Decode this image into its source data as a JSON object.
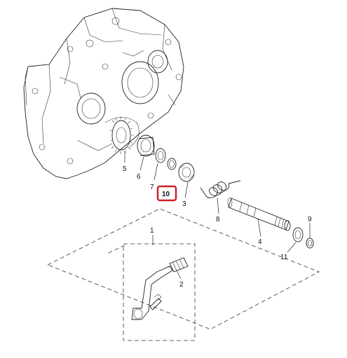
{
  "diagram": {
    "parts": [
      {
        "id": "p1",
        "number": "1"
      },
      {
        "id": "p2",
        "number": "2"
      },
      {
        "id": "p3",
        "number": "3"
      },
      {
        "id": "p4",
        "number": "4"
      },
      {
        "id": "p5",
        "number": "5"
      },
      {
        "id": "p6",
        "number": "6"
      },
      {
        "id": "p7",
        "number": "7"
      },
      {
        "id": "p8",
        "number": "8"
      },
      {
        "id": "p9",
        "number": "9"
      },
      {
        "id": "p10",
        "number": "10"
      },
      {
        "id": "p11",
        "number": "11"
      }
    ],
    "highlight": {
      "part": "10",
      "color": "#cc1f2a"
    }
  }
}
